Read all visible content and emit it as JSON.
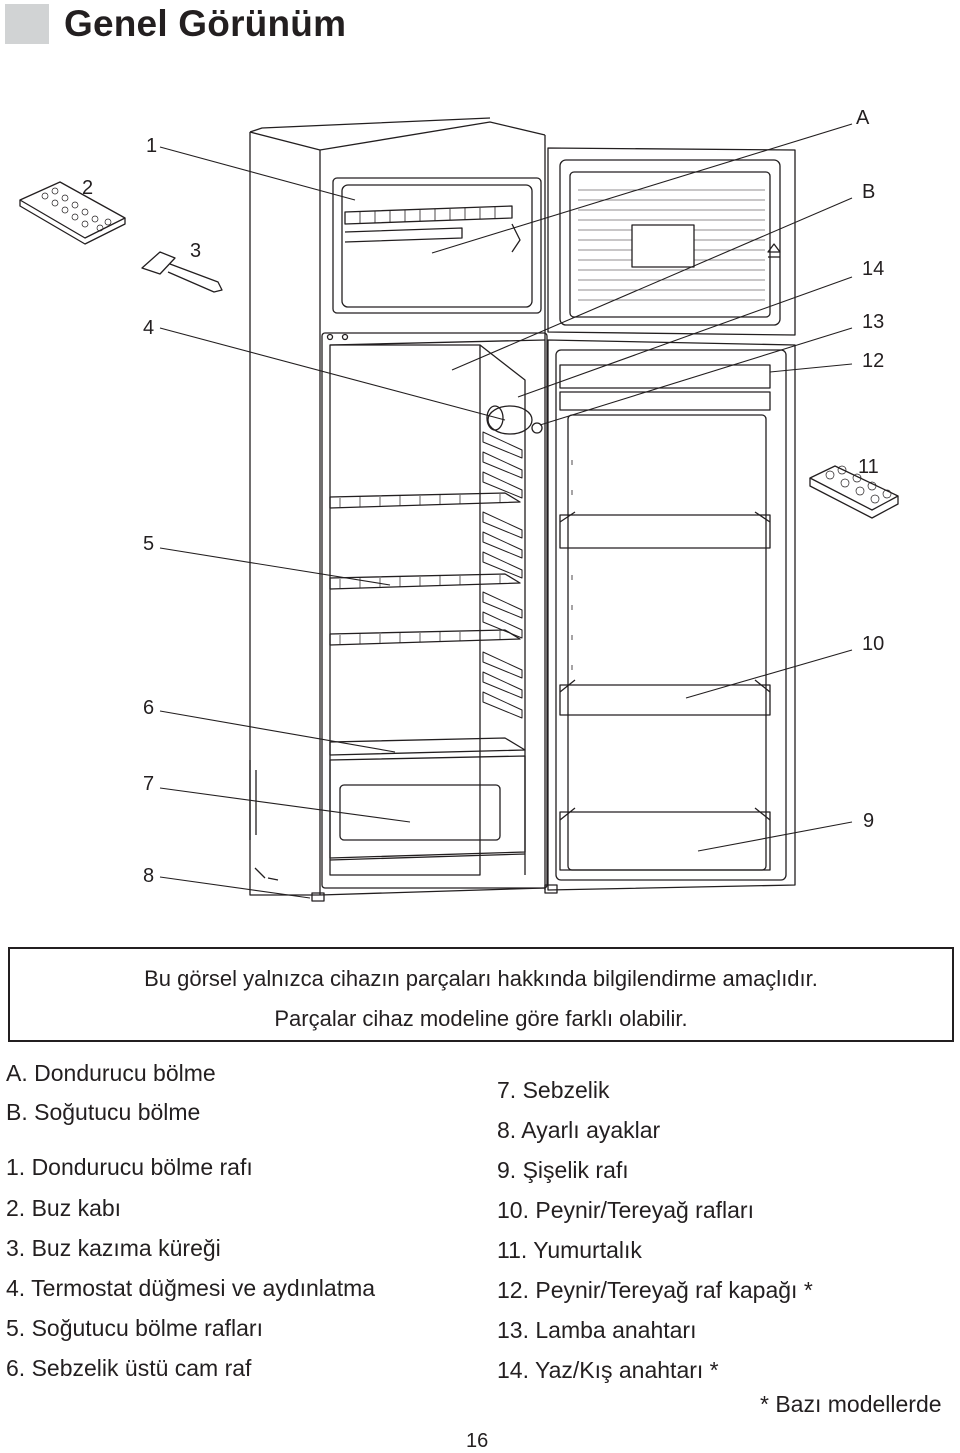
{
  "page": {
    "title": "Genel Görünüm",
    "page_number": "16"
  },
  "callouts": [
    "A",
    "B",
    "1",
    "2",
    "3",
    "4",
    "5",
    "6",
    "7",
    "8",
    "9",
    "10",
    "11",
    "12",
    "13",
    "14"
  ],
  "notice": {
    "line1": "Bu görsel yalnızca cihazın parçaları hakkında bilgilendirme amaçlıdır.",
    "line2": "Parçalar cihaz modeline göre farklı olabilir."
  },
  "legend_left": [
    "A. Dondurucu bölme",
    "B. Soğutucu bölme",
    "1. Dondurucu bölme rafı",
    "2. Buz kabı",
    "3. Buz kazıma küreği",
    "4. Termostat düğmesi ve aydınlatma",
    "5. Soğutucu bölme rafları",
    "6. Sebzelik üstü cam raf"
  ],
  "legend_right": [
    "7. Sebzelik",
    "8. Ayarlı ayaklar",
    "9. Şişelik rafı",
    "10. Peynir/Tereyağ rafları",
    "11. Yumurtalık",
    "12. Peynir/Tereyağ raf kapağı *",
    "13. Lamba anahtarı",
    "14. Yaz/Kış anahtarı *"
  ],
  "footnote": "* Bazı modellerde"
}
